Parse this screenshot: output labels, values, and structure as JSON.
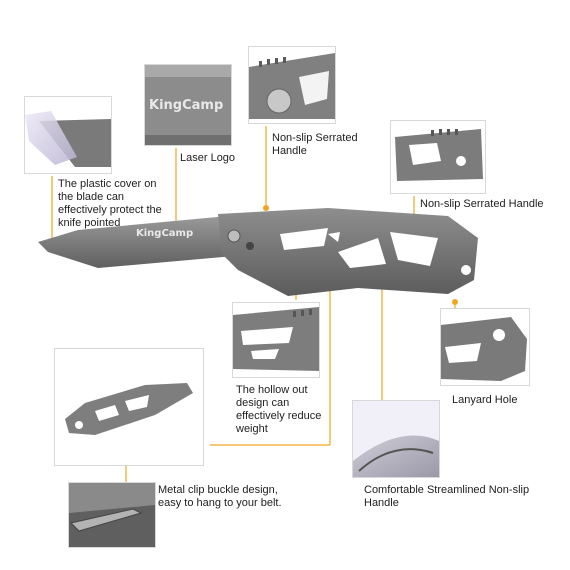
{
  "brand": "KingCamp",
  "accent_color": "#f0a623",
  "labels": {
    "plastic_cover": "The plastic cover on the blade can effectively protect the knife pointed",
    "laser_logo": "Laser Logo",
    "serrated_handle_1": "Non-slip Serrated Handle",
    "serrated_handle_2": "Non-slip Serrated  Handle",
    "hollow_out": "The hollow out design can effectively reduce weight",
    "lanyard_hole": "Lanyard Hole",
    "metal_clip": "Metal clip buckle design, easy to hang to your belt.",
    "streamlined": "Comfortable  Streamlined Non-slip Handle"
  }
}
